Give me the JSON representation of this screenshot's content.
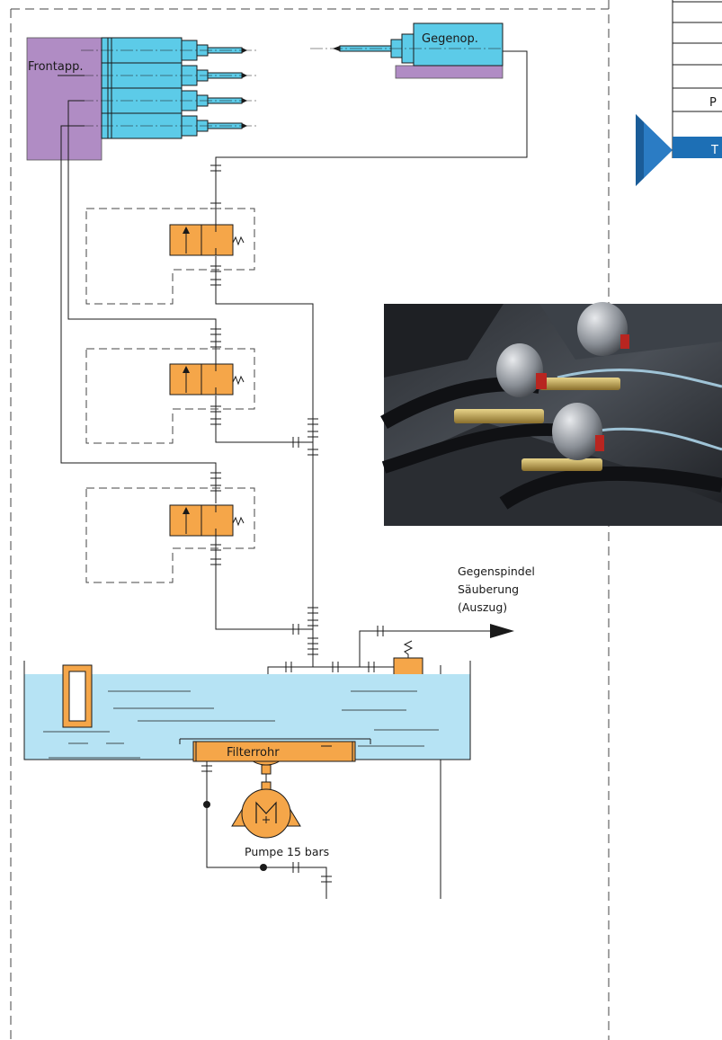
{
  "labels": {
    "frontapp": "Frontapp.",
    "gegenop": "Gegenop.",
    "gegenspindel_line1": "Gegenspindel",
    "gegenspindel_line2": "Säuberung",
    "gegenspindel_line3": "(Auszug)",
    "pump": "Pumpe 15 bars",
    "filter": "Filterrohr",
    "table_row_p": "P",
    "table_row_t": "T"
  },
  "colors": {
    "cylinder": "#5ccbe8",
    "frontapp_block": "#b08cc4",
    "valve": "#f5a649",
    "tank_fluid": "#b6e3f4",
    "line": "#1a1a1a",
    "dashed": "#444444",
    "table_highlight": "#1d6fb5",
    "arrow_marker": "#1d6fb5"
  },
  "icons": {
    "pump": "pump-icon",
    "motor": "motor-icon",
    "valve": "solenoid-valve-icon",
    "relief": "pressure-relief-valve-icon",
    "filter": "filter-icon"
  }
}
